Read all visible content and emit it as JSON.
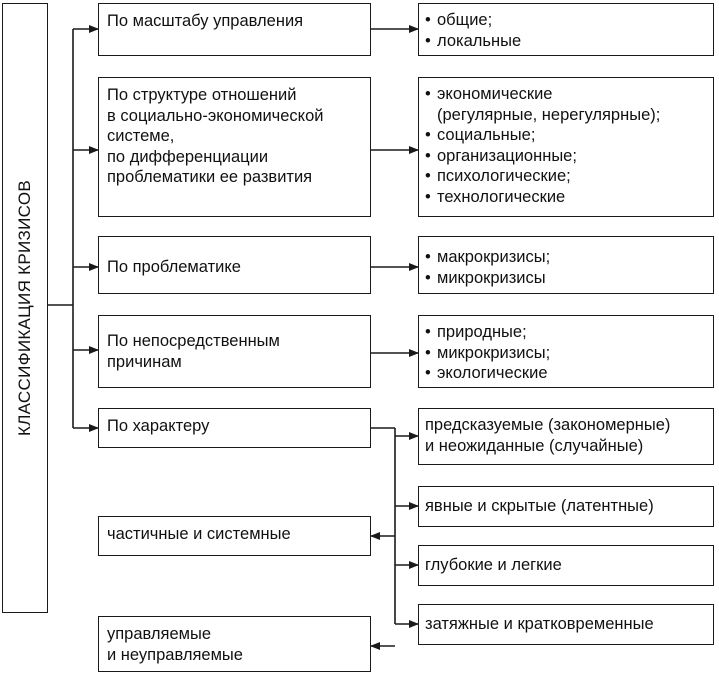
{
  "root_label": "КЛАССИФИКАЦИЯ КРИЗИСОВ",
  "categories": [
    {
      "label": "По масштабу управления",
      "items": [
        "общие;",
        "локальные"
      ]
    },
    {
      "label": "По структуре отношений\nв социально-экономической\nсистеме,\nпо дифференциации\nпроблематики ее развития",
      "items": [
        "экономические\n(регулярные, нерегулярные);",
        "социальные;",
        "организационные;",
        "психологические;",
        "технологические"
      ]
    },
    {
      "label": "По проблематике",
      "items": [
        "макрокризисы;",
        "микрокризисы"
      ]
    },
    {
      "label": "По непосредственным\nпричинам",
      "items": [
        "природные;",
        "микрокризисы;",
        "экологические"
      ]
    },
    {
      "label": "По характеру",
      "results": [
        "предсказуемые (закономерные)\nи неожиданные (случайные)",
        "явные и скрытые (латентные)",
        "глубокие и легкие",
        "затяжные и кратковременные"
      ],
      "outputs": [
        "частичные и системные",
        "управляемые\nи неуправляемые"
      ]
    }
  ]
}
